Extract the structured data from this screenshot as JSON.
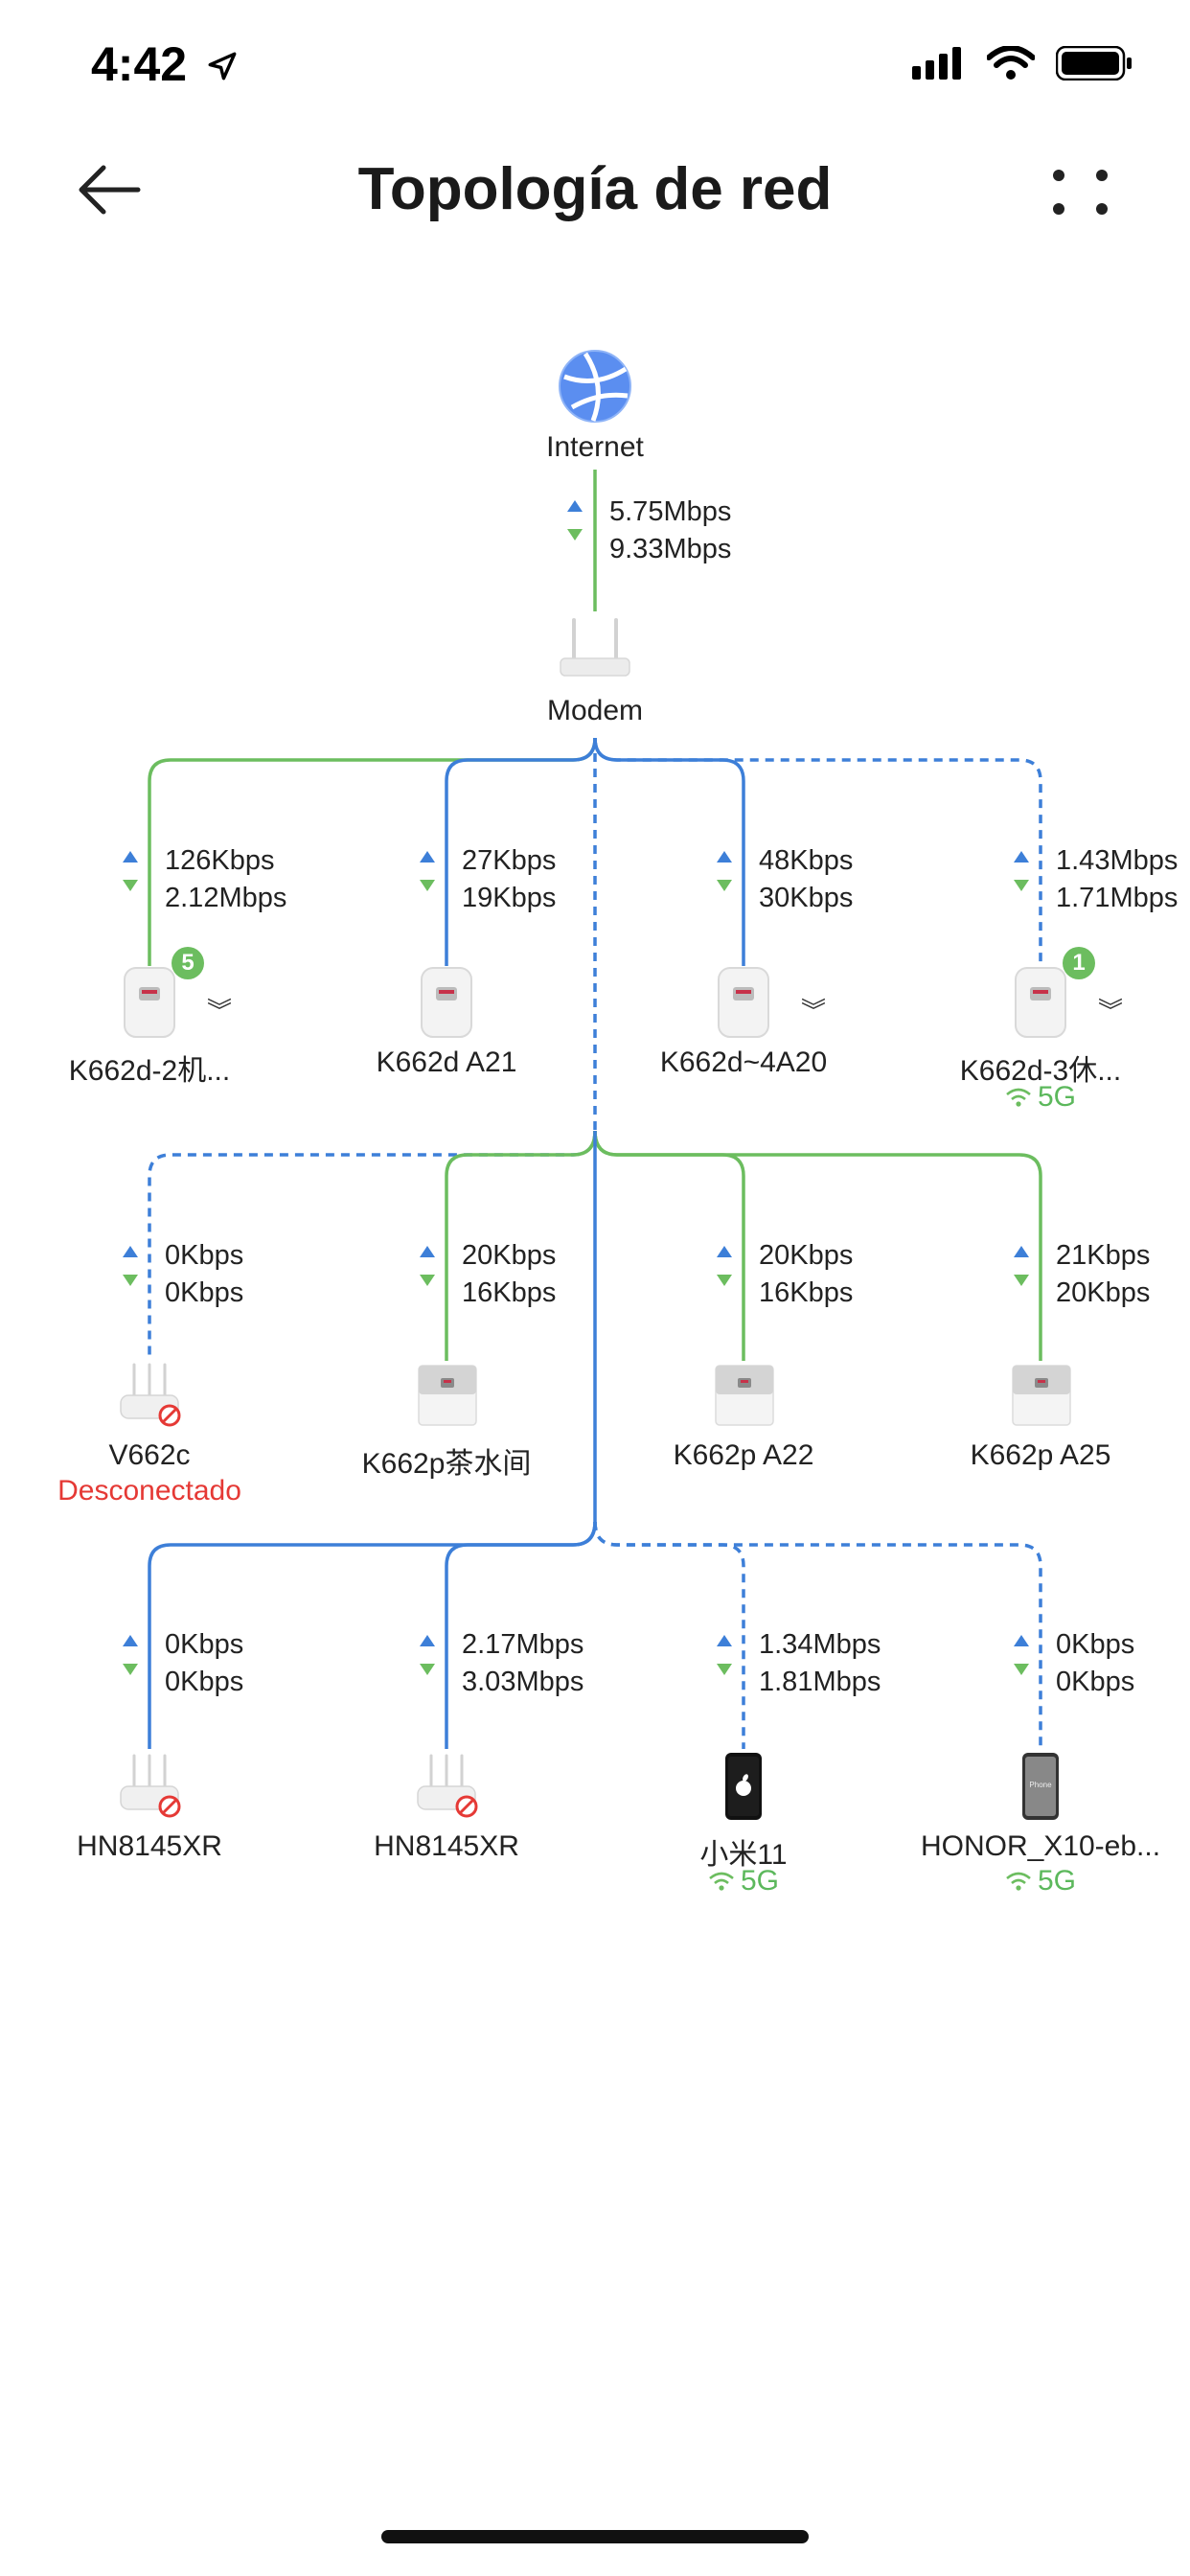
{
  "status_bar": {
    "time": "4:42"
  },
  "header": {
    "title": "Topología de red"
  },
  "internet": {
    "label": "Internet",
    "up": "5.75Mbps",
    "down": "9.33Mbps"
  },
  "modem": {
    "label": "Modem"
  },
  "level1": [
    {
      "label": "K662d-2机...",
      "up": "126Kbps",
      "down": "2.12Mbps",
      "badge": "5"
    },
    {
      "label": "K662d A21",
      "up": "27Kbps",
      "down": "19Kbps"
    },
    {
      "label": "K662d~4A20",
      "up": "48Kbps",
      "down": "30Kbps"
    },
    {
      "label": "K662d-3休...",
      "up": "1.43Mbps",
      "down": "1.71Mbps",
      "badge": "1",
      "band": "5G"
    }
  ],
  "level2": [
    {
      "label": "V662c",
      "up": "0Kbps",
      "down": "0Kbps",
      "status": "Desconectado"
    },
    {
      "label": "K662p茶水间",
      "up": "20Kbps",
      "down": "16Kbps"
    },
    {
      "label": "K662p A22",
      "up": "20Kbps",
      "down": "16Kbps"
    },
    {
      "label": "K662p A25",
      "up": "21Kbps",
      "down": "20Kbps"
    }
  ],
  "level3": [
    {
      "label": "HN8145XR",
      "up": "0Kbps",
      "down": "0Kbps"
    },
    {
      "label": "HN8145XR",
      "up": "2.17Mbps",
      "down": "3.03Mbps"
    },
    {
      "label": "小米11",
      "up": "1.34Mbps",
      "down": "1.81Mbps",
      "band": "5G"
    },
    {
      "label": "HONOR_X10-eb...",
      "up": "0Kbps",
      "down": "0Kbps",
      "band": "5G",
      "screen_text": "Phone"
    }
  ],
  "colors": {
    "green": "#6cbd5f",
    "blue": "#3d7fd8",
    "red": "#e53935"
  }
}
